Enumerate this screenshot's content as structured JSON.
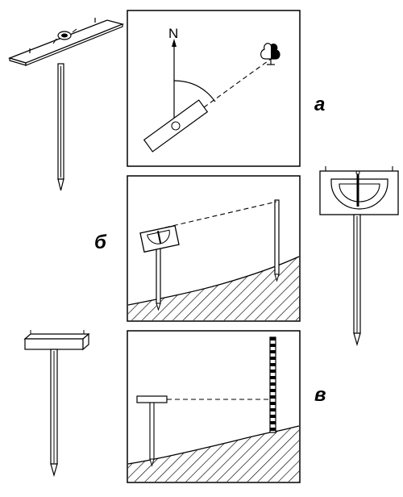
{
  "panel_labels": {
    "a": "а",
    "b": "б",
    "v": "в"
  },
  "panel_a": {
    "north_label": "N"
  },
  "colors": {
    "ink": "#000000",
    "paper": "#ffffff"
  }
}
